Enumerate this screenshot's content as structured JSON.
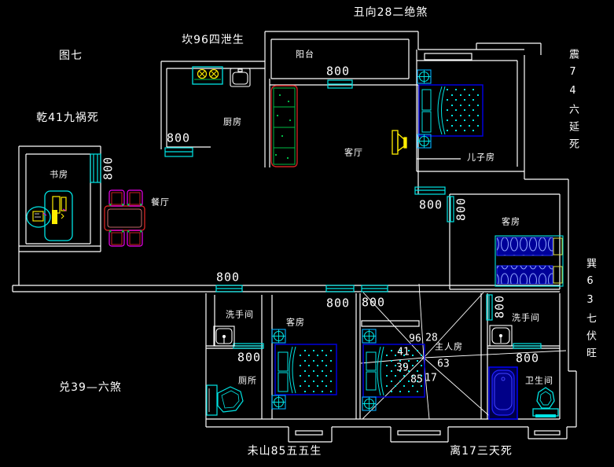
{
  "figure_label": "图七",
  "perimeter": {
    "top": "丑向28二绝煞",
    "top_left": "坎96四泄生",
    "left": "乾41九祸死",
    "right_upper": "震74六延死",
    "right_lower": "巽63七伏旺",
    "bottom_left": "兑39—六煞",
    "bottom_center": "未山85五五生",
    "bottom_right": "离17三天死"
  },
  "rooms": {
    "balcony": "阳台",
    "kitchen": "厨房",
    "living_room": "客厅",
    "dining_room": "餐厅",
    "study": "书房",
    "son_room": "儿子房",
    "guest_room_right": "客房",
    "guest_room_bottom": "客房",
    "master_room": "主人房",
    "washroom_left": "洗手间",
    "washroom_right": "洗手间",
    "toilet": "厕所",
    "bathroom": "卫生间"
  },
  "dimensions": {
    "balcony": "800",
    "kitchen": "800",
    "study_v": "800",
    "hall_h": "800",
    "hall_v": "800",
    "corridor": "800",
    "guest_bottom": "800",
    "master": "800",
    "washroom_right_v": "800",
    "bathroom": "800",
    "toilet": "800"
  },
  "compass": {
    "north_left": "96",
    "north_right": "28",
    "west_upper": "41",
    "west_lower": "39",
    "east": "63",
    "south_left": "85",
    "south_right": "17"
  },
  "colors": {
    "background": "#000000",
    "wall": "#ffffff",
    "window": "#00e5e5",
    "furniture_blue": "#0000dd",
    "furniture_cyan": "#00e5e5",
    "accent_red": "#cc2222",
    "accent_green": "#00bb44",
    "accent_yellow": "#ffee00",
    "accent_magenta": "#ee00ee",
    "text": "#ffffff"
  }
}
